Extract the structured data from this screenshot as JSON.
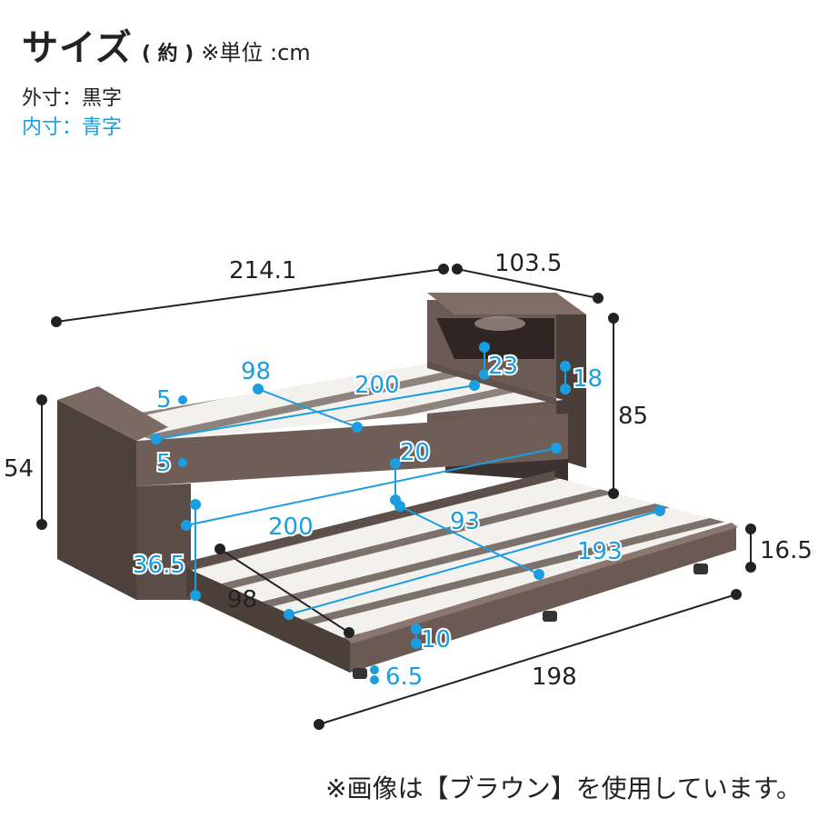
{
  "header": {
    "title": "サイズ",
    "approx": "( 約 )",
    "unit_note": "※単位 :cm"
  },
  "legend": {
    "outer": "外寸：黒字",
    "inner": "内寸：青字"
  },
  "dimensions": {
    "outer_width": "214.1",
    "outer_depth": "103.5",
    "outer_height": "85",
    "bed_height": "54",
    "trundle_height": "16.5",
    "trundle_length": "198",
    "trundle_width": "98",
    "inner_top_width": "98",
    "inner_top_length": "200",
    "inner_headboard_1": "23",
    "inner_headboard_2": "18",
    "inner_slat_gap_top": "5",
    "inner_slat_gap_bottom": "5",
    "inner_under_clearance": "20",
    "inner_trundle_length_upper": "200",
    "inner_trundle_width": "93",
    "inner_trundle_length": "193",
    "inner_trundle_side": "36.5",
    "inner_trundle_frame": "10",
    "inner_caster": "6.5"
  },
  "colors": {
    "inner_blue": "#1a9ee0",
    "outer_black": "#222222",
    "wood_dark": "#5b4d47",
    "slat": "#f2f1ee"
  },
  "footnote": "※画像は【ブラウン】を使用しています。"
}
